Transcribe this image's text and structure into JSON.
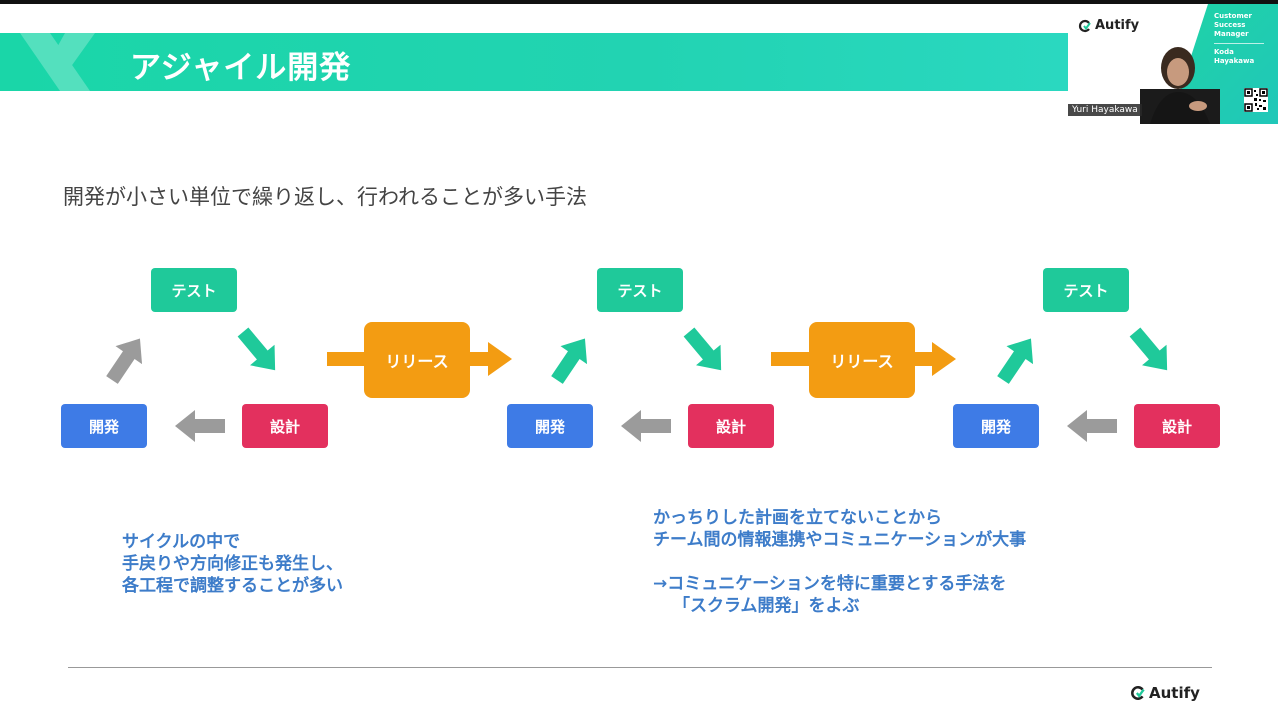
{
  "slide": {
    "title": "アジャイル開発",
    "subtitle": "開発が小さい単位で繰り返し、行われることが多い手法"
  },
  "cycles": [
    {
      "test": "テスト",
      "dev": "開発",
      "design": "設計"
    },
    {
      "test": "テスト",
      "dev": "開発",
      "design": "設計"
    },
    {
      "test": "テスト",
      "dev": "開発",
      "design": "設計"
    }
  ],
  "releases": [
    "リリース",
    "リリース"
  ],
  "notes": {
    "left": [
      "サイクルの中で",
      "手戻りや方向修正も発生し、",
      "各工程で調整することが多い"
    ],
    "right_top": [
      "かっちりした計画を立てないことから",
      "チーム間の情報連携やコミュニケーションが大事"
    ],
    "right_bottom": [
      "→コミュニケーションを特に重要とする手法を",
      "「スクラム開発」をよぶ"
    ]
  },
  "video": {
    "logo_text": "Autify",
    "badge_role": [
      "Customer",
      "Success",
      "Manager"
    ],
    "badge_name": [
      "Koda",
      "Hayakawa"
    ],
    "participant_name": "Yuri Hayakawa"
  },
  "footer": {
    "logo_text": "Autify"
  },
  "colors": {
    "banner": "#1ad6a8",
    "test": "#1fc99a",
    "dev": "#3e7be6",
    "design": "#e3305e",
    "release": "#f39c12",
    "arrow_gray": "#999999",
    "arrow_green": "#1fc99a",
    "note": "#3d7cc9"
  }
}
